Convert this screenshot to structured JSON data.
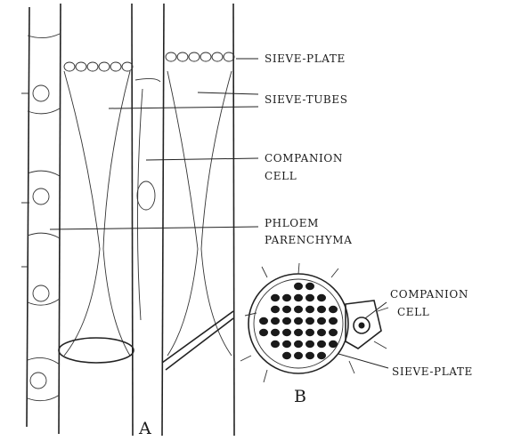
{
  "labels": {
    "sieve_plate": "SIEVE-PLATE",
    "sieve_tubes": "SIEVE-TUBES",
    "companion_cell_line1": "COMPANION",
    "companion_cell_line2": "CELL",
    "phloem_parenchyma_line1": "PHLOEM",
    "phloem_parenchyma_line2": "PARENCHYMA",
    "cs_companion_line1": "COMPANION",
    "cs_companion_line2": "CELL",
    "cs_sieve_plate": "SIEVE-PLATE"
  },
  "panels": {
    "a": "A",
    "b": "B"
  },
  "colors": {
    "ink": "#1a1a1a",
    "paper": "#ffffff"
  }
}
